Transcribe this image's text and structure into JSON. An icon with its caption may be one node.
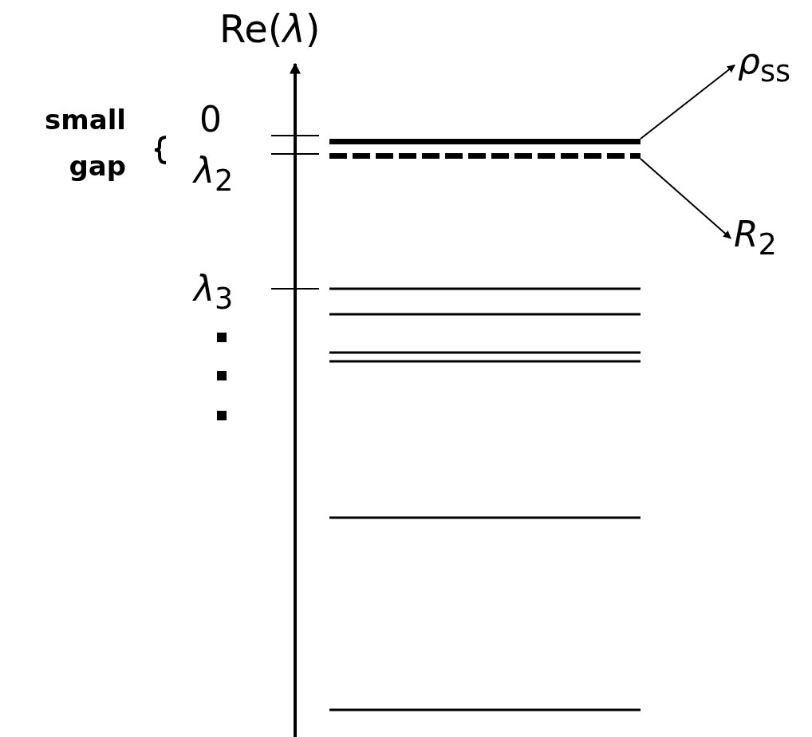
{
  "diagram": {
    "nodes": [
      {
        "text": [],
        "shape": "bar"
      },
      {
        "text": [],
        "shape": "bar"
      },
      {
        "text": [
          "*ρ*$_{ss}$"
        ]
      },
      {
        "text": [
          "*R*$_{2}$"
        ]
      }
    ],
    "edges": [
      {
        "from": 0,
        "to": 2,
        "arrow": "to"
      },
      {
        "from": 1,
        "to": 3,
        "arrow": "to"
      }
    ],
    "labels": [
      "Re(*λ*)",
      "small gap",
      "0",
      "*λ*$_{2}$",
      "*λ*$_{3}$"
    ]
  }
}
